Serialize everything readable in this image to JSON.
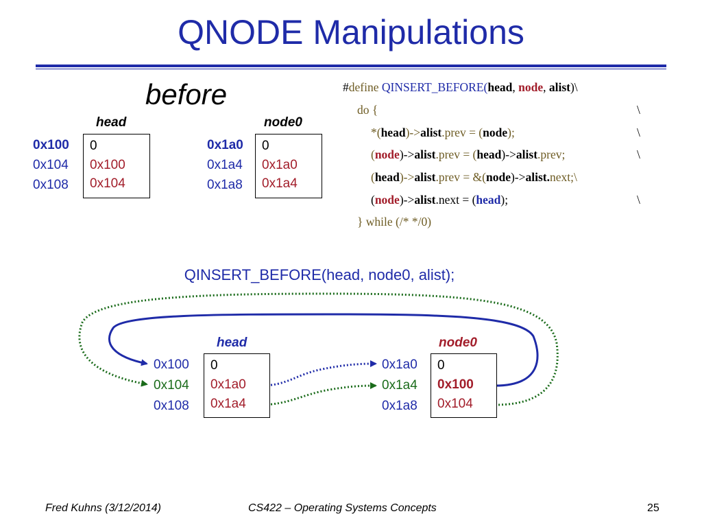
{
  "slide": {
    "title": "QNODE Manipulations",
    "before_label": "before",
    "call": "QINSERT_BEFORE(head, node0, alist);"
  },
  "before": {
    "head": {
      "label": "head",
      "addresses": [
        "0x100",
        "0x104",
        "0x108"
      ],
      "values": [
        "0",
        "0x100",
        "0x104"
      ]
    },
    "node0": {
      "label": "node0",
      "addresses": [
        "0x1a0",
        "0x1a4",
        "0x1a8"
      ],
      "values": [
        "0",
        "0x1a0",
        "0x1a4"
      ]
    }
  },
  "after": {
    "head": {
      "label": "head",
      "addresses": [
        "0x100",
        "0x104",
        "0x108"
      ],
      "values": [
        "0",
        "0x1a0",
        "0x1a4"
      ]
    },
    "node0": {
      "label": "node0",
      "addresses": [
        "0x1a0",
        "0x1a4",
        "0x1a8"
      ],
      "values": [
        "0",
        "0x100",
        "0x104"
      ]
    }
  },
  "macro": {
    "line1": {
      "hash": "#",
      "define": "define",
      "name": "QINSERT_BEFORE(",
      "head": "head",
      "comma1": ", ",
      "node": "node",
      "comma2": ", ",
      "alist": "alist",
      "end": ")\\"
    },
    "line2": {
      "text": "do {",
      "bs": "\\"
    },
    "line3": {
      "a": "*(",
      "head": "head",
      "b": ")->",
      "alist": "alist",
      "c": ".prev = (",
      "node": "node",
      "d": ");",
      "bs": "\\"
    },
    "line4": {
      "a": "(",
      "node": "node",
      "b": ")->",
      "alist": "alist",
      "c": ".prev = (",
      "head": "head",
      "d": ")->",
      "alist2": "alist",
      "e": ".prev;",
      "bs": "\\"
    },
    "line5": {
      "a": "(",
      "head": "head",
      "b": ")->",
      "alist": "alist",
      "c": ".prev  = &(",
      "node": "node",
      "d": ")->",
      "alist2": "alist.",
      "e": "next;\\"
    },
    "line6": {
      "a": "(",
      "node": "node",
      "b": ")->",
      "alist": "alist",
      "c": ".next = (",
      "head": "head",
      "d": ");",
      "bs": "\\"
    },
    "line7": {
      "text": "} while (/* */0)"
    }
  },
  "footer": {
    "author": "Fred Kuhns (3/12/2014)",
    "course": "CS422 – Operating Systems Concepts",
    "page": "25"
  },
  "colors": {
    "title_blue": "#1f2ba8",
    "value_red": "#a21d2a",
    "pointer_green": "#1a6b1a",
    "code_olive": "#6e5c24"
  }
}
